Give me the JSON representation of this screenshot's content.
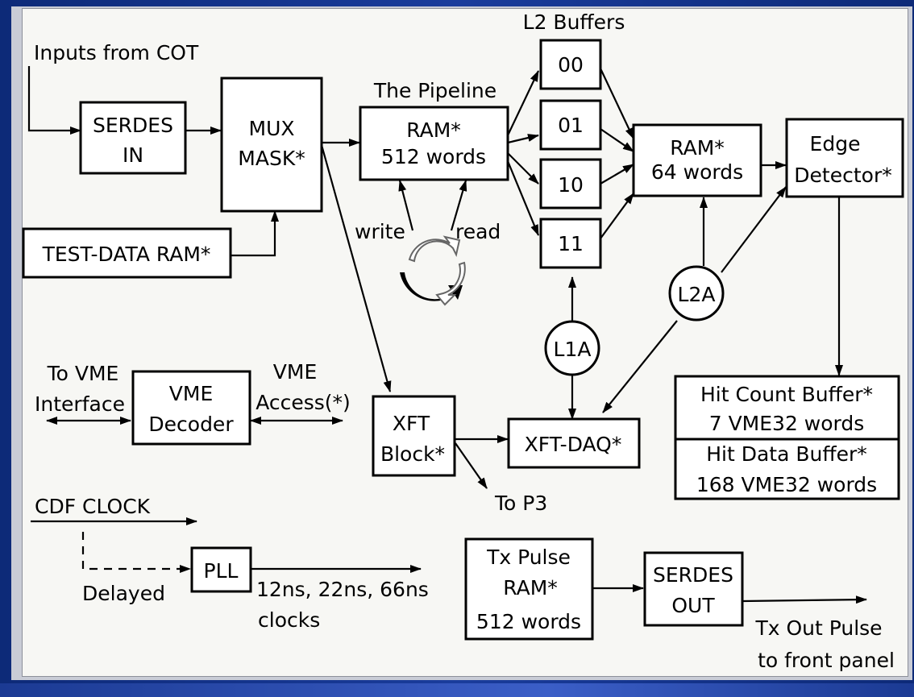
{
  "labels": {
    "inputs_from_cot": "Inputs from COT",
    "serdes_in": [
      "SERDES",
      "IN"
    ],
    "mux_mask": [
      "MUX",
      "MASK*"
    ],
    "test_data_ram": "TEST-DATA RAM*",
    "pipeline_title": "The Pipeline",
    "pipeline_ram": [
      "RAM*",
      "512 words"
    ],
    "write": "write",
    "read": "read",
    "l2_buffers_title": "L2 Buffers",
    "buffers": [
      "00",
      "01",
      "10",
      "11"
    ],
    "ram64": [
      "RAM*",
      "64 words"
    ],
    "edge_detector": [
      "Edge",
      "Detector*"
    ],
    "l1a": "L1A",
    "l2a": "L2A",
    "hit_count": [
      "Hit Count Buffer*",
      "7 VME32 words"
    ],
    "hit_data": [
      "Hit Data Buffer*",
      "168 VME32 words"
    ],
    "to_vme": [
      "To VME",
      "Interface"
    ],
    "vme_decoder": [
      "VME",
      "Decoder"
    ],
    "vme_access": [
      "VME",
      "Access(*)"
    ],
    "xft_block": [
      "XFT",
      "Block*"
    ],
    "xft_daq": "XFT-DAQ*",
    "to_p3": "To P3",
    "cdf_clock": "CDF CLOCK",
    "delayed": "Delayed",
    "pll": "PLL",
    "clocks": [
      "12ns, 22ns, 66ns",
      "clocks"
    ],
    "tx_pulse_ram": [
      "Tx Pulse",
      "RAM*",
      "512 words"
    ],
    "serdes_out": [
      "SERDES",
      "OUT"
    ],
    "tx_out": [
      "Tx Out Pulse",
      "to front panel"
    ]
  },
  "icons": {
    "cycle": "circular-arrows-icon"
  }
}
